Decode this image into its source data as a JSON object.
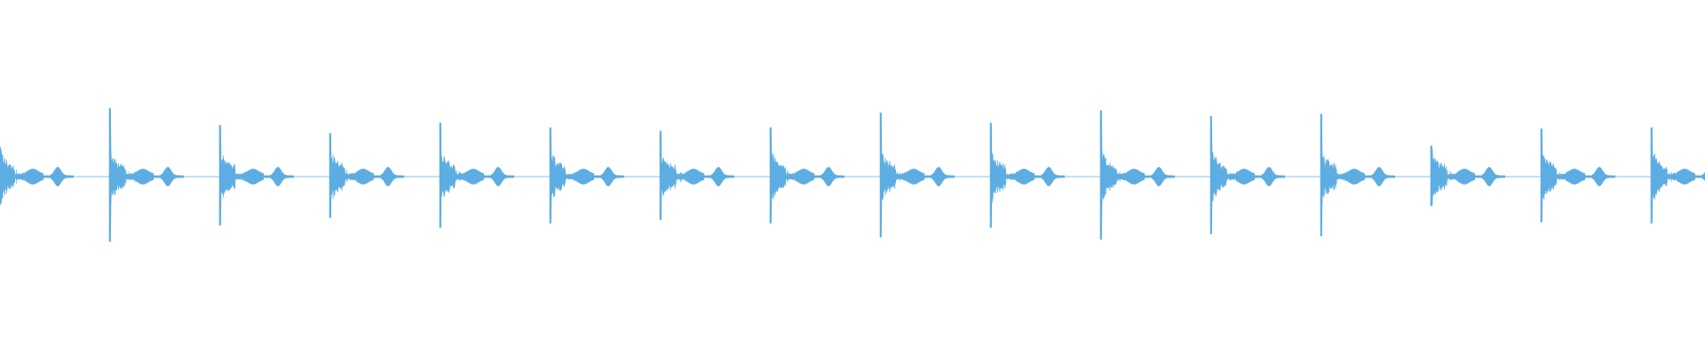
{
  "waveform": {
    "color": "#5dade2",
    "background": "#ffffff",
    "hit_count": 16,
    "hit_peaks": [
      0.26,
      0.6,
      0.45,
      0.38,
      0.47,
      0.43,
      0.4,
      0.43,
      0.56,
      0.47,
      0.58,
      0.53,
      0.55,
      0.27,
      0.42,
      0.43
    ]
  }
}
